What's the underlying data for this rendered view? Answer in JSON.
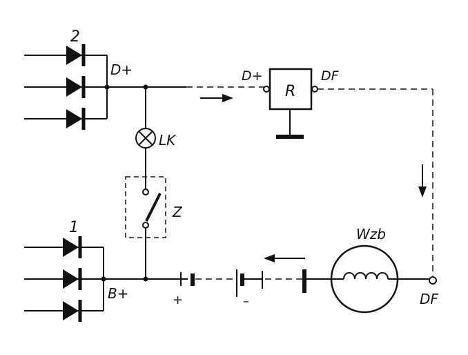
{
  "labels": {
    "diode_group_top": "2",
    "diode_group_bottom": "1",
    "d_plus_top": "D+",
    "d_plus_regulator": "D+",
    "df_regulator": "DF",
    "regulator": "R",
    "lamp": "LK",
    "switch": "Z",
    "b_plus": "B+",
    "battery_plus": "+",
    "battery_minus": "–",
    "field_winding": "Wzb",
    "df_bottom": "DF"
  },
  "symbols": {
    "diode": "diode-symbol",
    "lamp": "lamp-cross-icon",
    "switch": "switch-icon",
    "regulator": "regulator-box",
    "ground": "ground-icon",
    "arrow": "arrow-icon",
    "coil": "coil-icon"
  },
  "colors": {
    "ink": "#111111",
    "paper": "#ffffff"
  }
}
